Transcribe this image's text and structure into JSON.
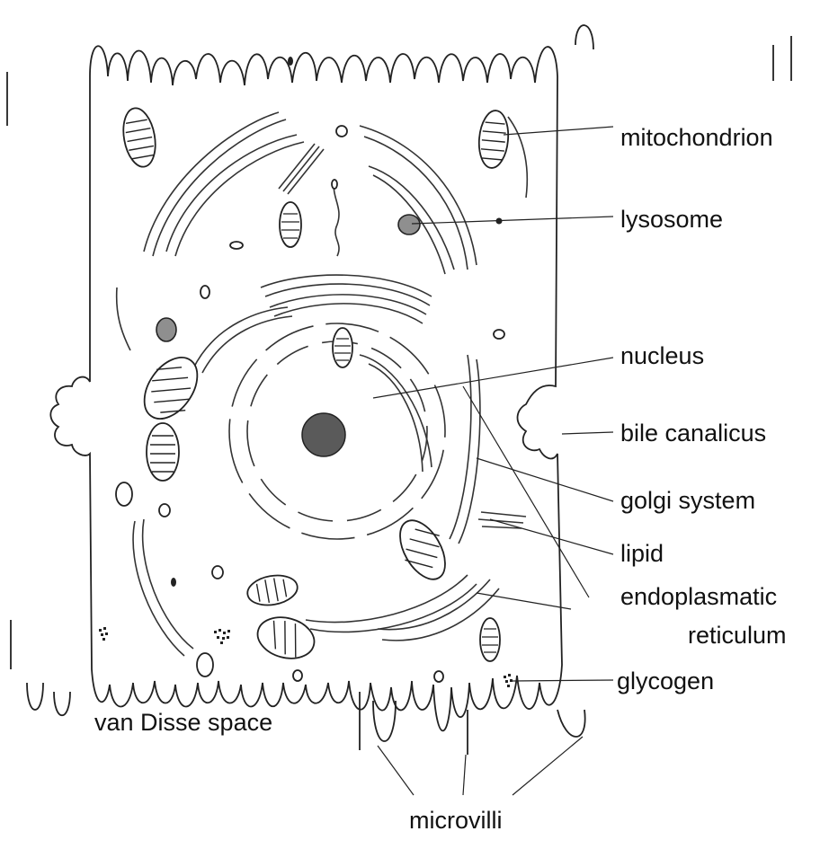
{
  "diagram": {
    "title": "",
    "colors": {
      "cytoplasm": "#c9c9c9",
      "outline": "#222222",
      "nucleolus": "#5a5a5a",
      "vesicle": "#8f8f8f",
      "background": "#ffffff"
    },
    "labels": {
      "mitochondrion": "mitochondrion",
      "lysosome": "lysosome",
      "nucleus": "nucleus",
      "bile_canalicus": "bile canalicus",
      "golgi_system": "golgi system",
      "lipid": "lipid",
      "endoplasmatic": "endoplasmatic",
      "reticulum": "reticulum",
      "glycogen": "glycogen",
      "van_disse_space": "van Disse space",
      "microvilli": "microvilli"
    }
  }
}
